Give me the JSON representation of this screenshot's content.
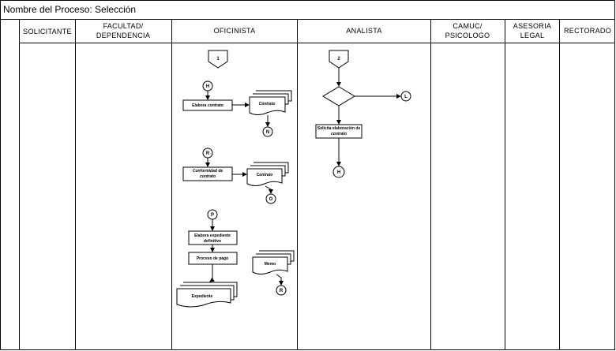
{
  "title": "Nombre del Proceso: Selección",
  "lanes": {
    "solicitante": [
      "SOLICITANTE"
    ],
    "facultad": [
      "FACULTAD/",
      "DEPENDENCIA"
    ],
    "oficinista": [
      "OFICINISTA"
    ],
    "analista": [
      "ANALISTA"
    ],
    "camuc": [
      "CAMUC/",
      "PSICOLOGO"
    ],
    "asesoria": [
      "ASESORIA",
      "LEGAL"
    ],
    "rectorado": [
      "RECTORADO"
    ]
  },
  "connectors": {
    "off_page_1": "1",
    "off_page_2": "2",
    "h_top": "H",
    "n": "N",
    "r_top": "R",
    "o": "O",
    "p": "P",
    "r_bottom": "R",
    "l": "L",
    "h_bottom": "H"
  },
  "process": {
    "elabora_contrato": "Elabora contrato",
    "conformidad_1": "Conformidad de",
    "conformidad_2": "contrato",
    "elabora_expediente_1": "Elabora expediente",
    "elabora_expediente_2": "definitivo",
    "proceso_pago": "Proceso de pago",
    "solicita_1": "Solicita elaboración de",
    "solicita_2": "contrato"
  },
  "documents": {
    "contrato_1": "Contrato",
    "contrato_2": "Contrato",
    "memo": "Memo",
    "expediente": "Expediente"
  }
}
